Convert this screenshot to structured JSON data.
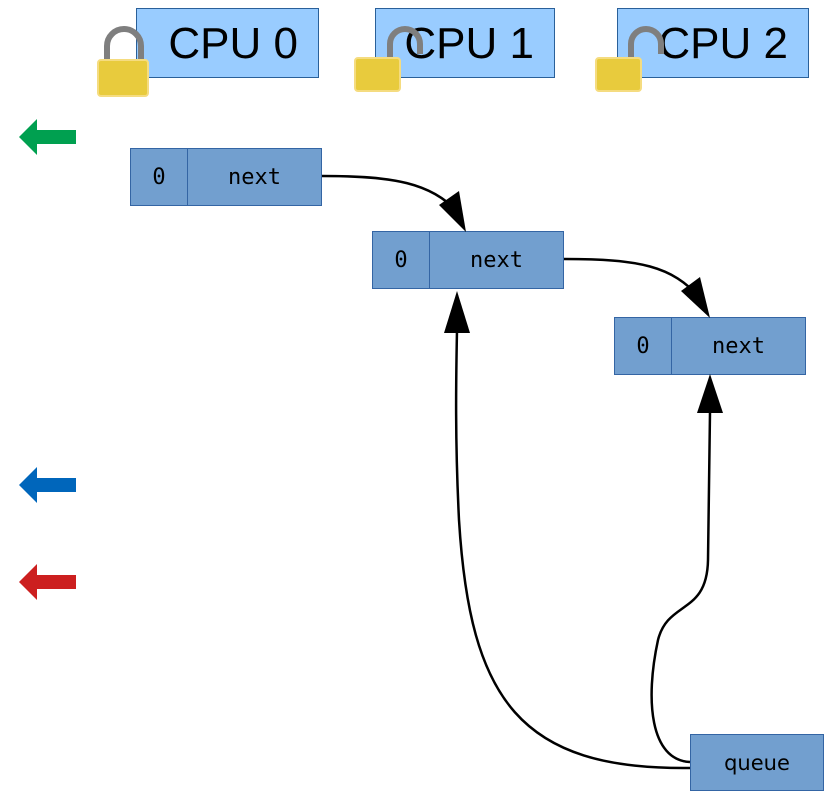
{
  "cpus": [
    {
      "label": "CPU 0",
      "lock": "locked"
    },
    {
      "label": "CPU 1",
      "lock": "unlocked"
    },
    {
      "label": "CPU 2",
      "lock": "unlocked"
    }
  ],
  "nodes": [
    {
      "value": "0",
      "next_label": "next"
    },
    {
      "value": "0",
      "next_label": "next"
    },
    {
      "value": "0",
      "next_label": "next"
    }
  ],
  "queue": {
    "label": "queue"
  },
  "side_arrows": [
    {
      "color": "#00a050"
    },
    {
      "color": "#0066bb"
    },
    {
      "color": "#cc1f1f"
    }
  ],
  "colors": {
    "cpu_fill": "#99ccff",
    "node_fill": "#729fcf",
    "lock_body": "#e8cb3d",
    "lock_shackle": "#7f7f7f"
  }
}
